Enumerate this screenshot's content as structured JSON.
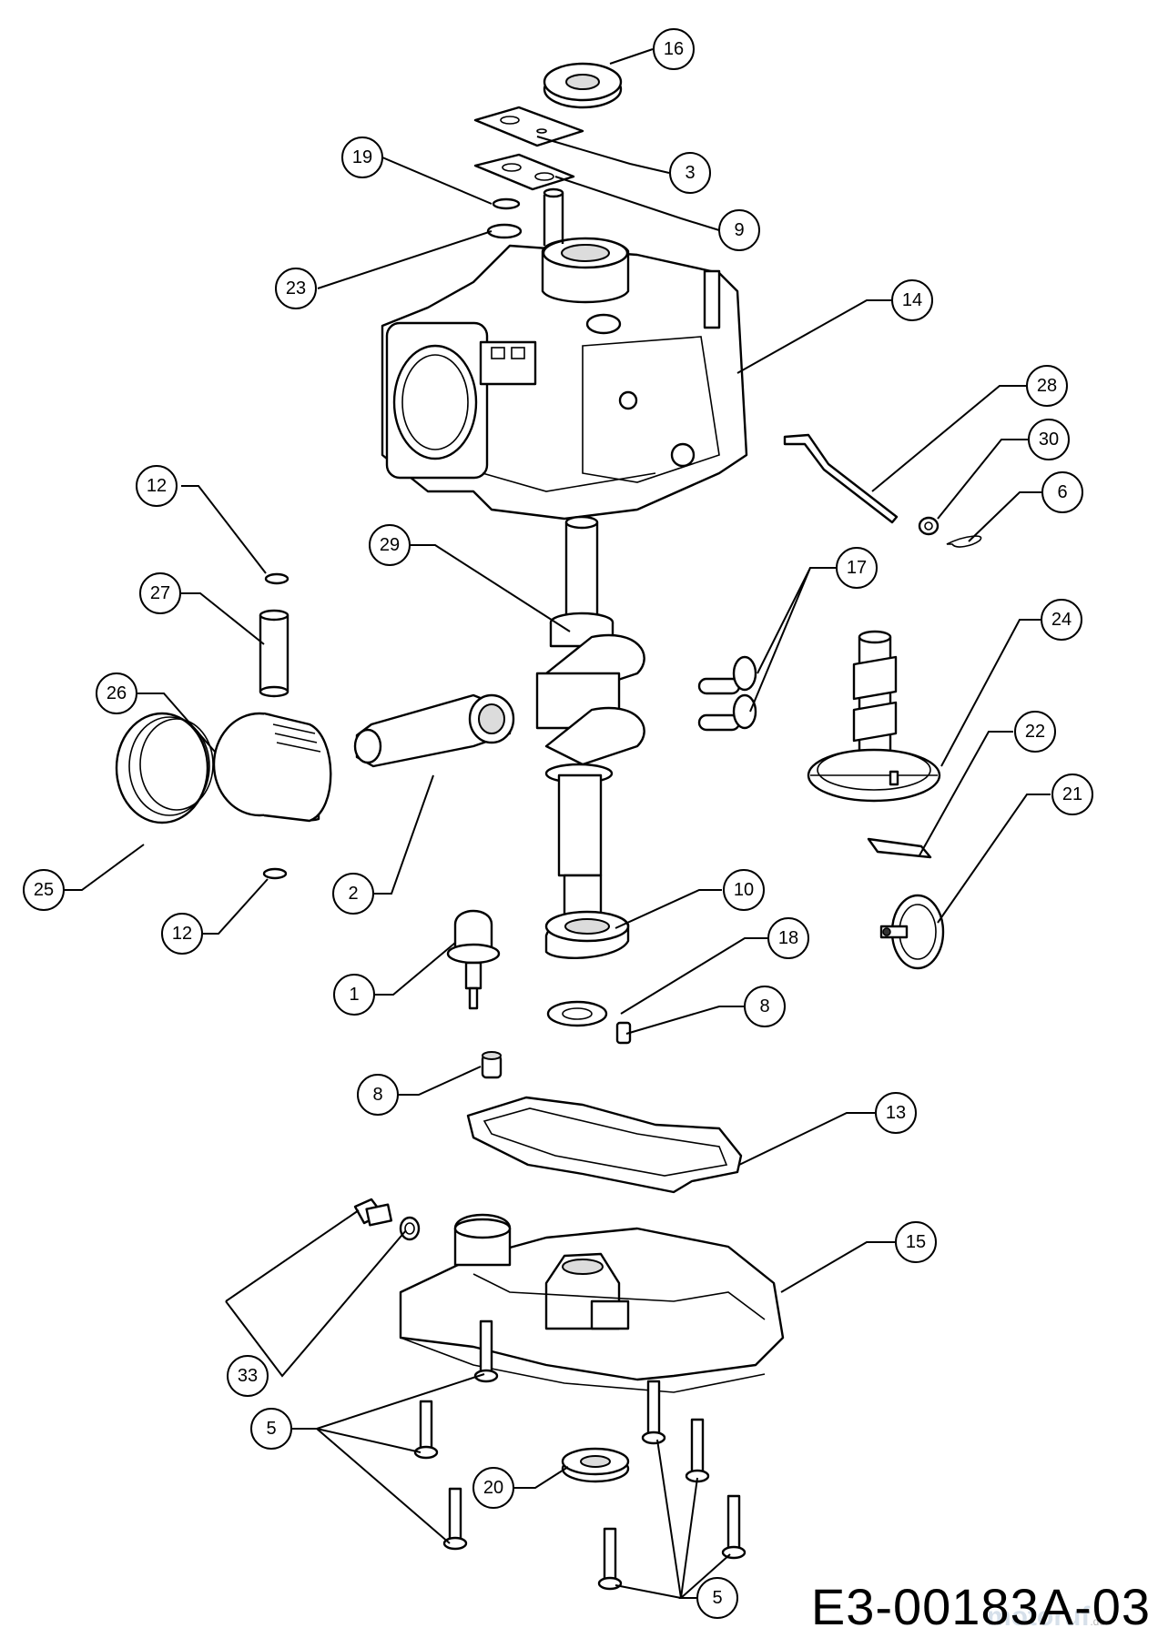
{
  "diagram": {
    "drawing_number": "E3-00183A-03",
    "watermark": "motoruf",
    "watermark_suffix": ".de",
    "callouts": {
      "c16": "16",
      "c3": "3",
      "c19": "19",
      "c9": "9",
      "c23": "23",
      "c14": "14",
      "c28": "28",
      "c30": "30",
      "c6": "6",
      "c12a": "12",
      "c29": "29",
      "c17": "17",
      "c27": "27",
      "c24": "24",
      "c26": "26",
      "c22": "22",
      "c21": "21",
      "c25": "25",
      "c2": "2",
      "c12b": "12",
      "c10": "10",
      "c18": "18",
      "c1": "1",
      "c8a": "8",
      "c8b": "8",
      "c13": "13",
      "c15": "15",
      "c33": "33",
      "c5a": "5",
      "c20": "20",
      "c5b": "5"
    }
  }
}
